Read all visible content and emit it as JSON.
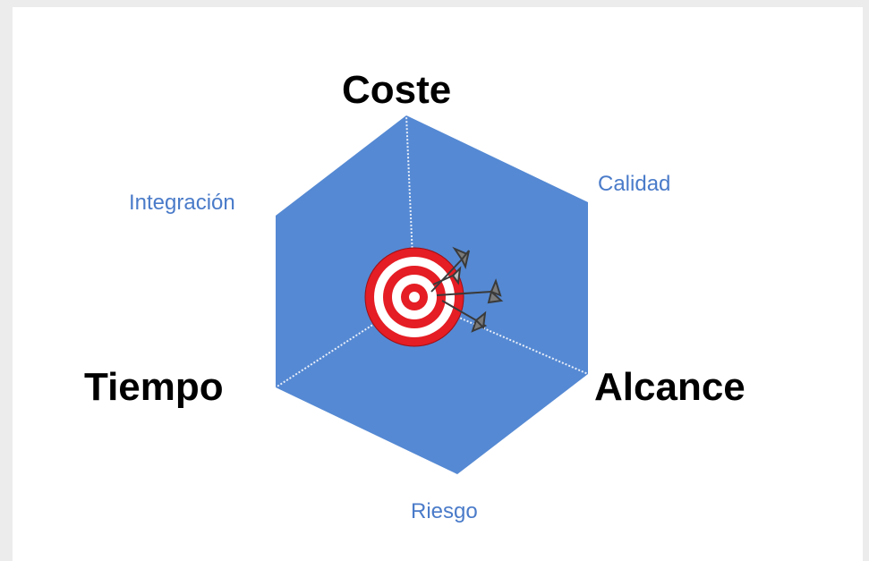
{
  "labels": {
    "top": "Coste",
    "left": "Tiempo",
    "right": "Alcance",
    "upper_right": "Calidad",
    "upper_left": "Integración",
    "bottom": "Riesgo"
  },
  "colors": {
    "hexagon_fill": "#5589d3",
    "axis_line": "#e8eefa",
    "target_red": "#e51d24",
    "target_white": "#ffffff",
    "minor_label": "#4a7bc9",
    "major_label": "#000000"
  },
  "icons": [
    "target-icon",
    "darts-icon"
  ]
}
